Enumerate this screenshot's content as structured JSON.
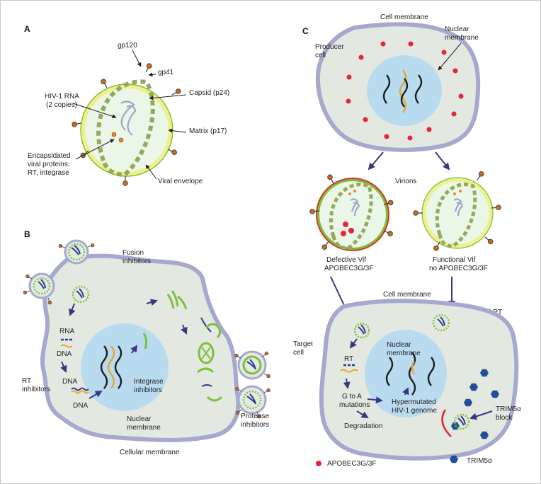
{
  "panels": {
    "a": "A",
    "b": "B",
    "c": "C"
  },
  "panel_a": {
    "gp120": "gp120",
    "gp41": "gp41",
    "capsid": "Capsid (p24)",
    "rna_1": "HIV-1 RNA",
    "rna_2": "(2 copies)",
    "matrix": "Matrix (p17)",
    "enc_1": "Encapsidated",
    "enc_2": "viral proteins:",
    "enc_3": "RT, integrase",
    "envelope": "Viral envelope"
  },
  "panel_b": {
    "fusion_1": "Fusion",
    "fusion_2": "inhibitors",
    "rna": "RNA",
    "dna1": "DNA",
    "dna2": "DNA",
    "dna3": "DNA",
    "rt_1": "RT",
    "rt_2": "inhibitors",
    "integrase_1": "Integrase",
    "integrase_2": "inhibitors",
    "nuclear_1": "Nuclear",
    "nuclear_2": "membrane",
    "cellular": "Cellular membrane",
    "protease_1": "Protease",
    "protease_2": "inhibitors"
  },
  "panel_c": {
    "cell_membrane_top": "Cell membrane",
    "producer_1": "Producer",
    "producer_2": "cell",
    "nuclear_top_1": "Nuclear",
    "nuclear_top_2": "membrane",
    "virions": "Virions",
    "defective_1": "Defective Vif",
    "defective_2": "APOBEC3G/3F",
    "functional_1": "Functional Vif",
    "functional_2": "no APOBEC3G/3F",
    "cell_membrane_bottom": "Cell membrane",
    "normal_rt": "Normal RT",
    "target_1": "Target",
    "target_2": "cell",
    "rt": "RT",
    "nuclear_bot_1": "Nuclear",
    "nuclear_bot_2": "membrane",
    "gtoa_1": "G to A",
    "gtoa_2": "mutations",
    "hyper_1": "Hypermutated",
    "hyper_2": "HIV-1 genome",
    "degradation": "Degradation",
    "trim_block_1": "TRIM5α",
    "trim_block_2": "block",
    "legend_apobec": "APOBEC3G/3F",
    "legend_trim": "TRIM5α"
  },
  "colors": {
    "cytoplasm": "#e3e9e1",
    "cell_border": "#a6a8cf",
    "nucleus": "#b9dbef",
    "capsid": "#93a85a",
    "apobec": "#e3263a",
    "trim5a": "#214e96",
    "rna_gold": "#e3a92c",
    "envelope_yellow": "#eef08a",
    "envelope_red": "#d53a2e",
    "envelope_green": "#7fbb3a",
    "dna_blue": "#2d3d88",
    "dna_green": "#7fbf3a",
    "spike": "#c46a24"
  }
}
